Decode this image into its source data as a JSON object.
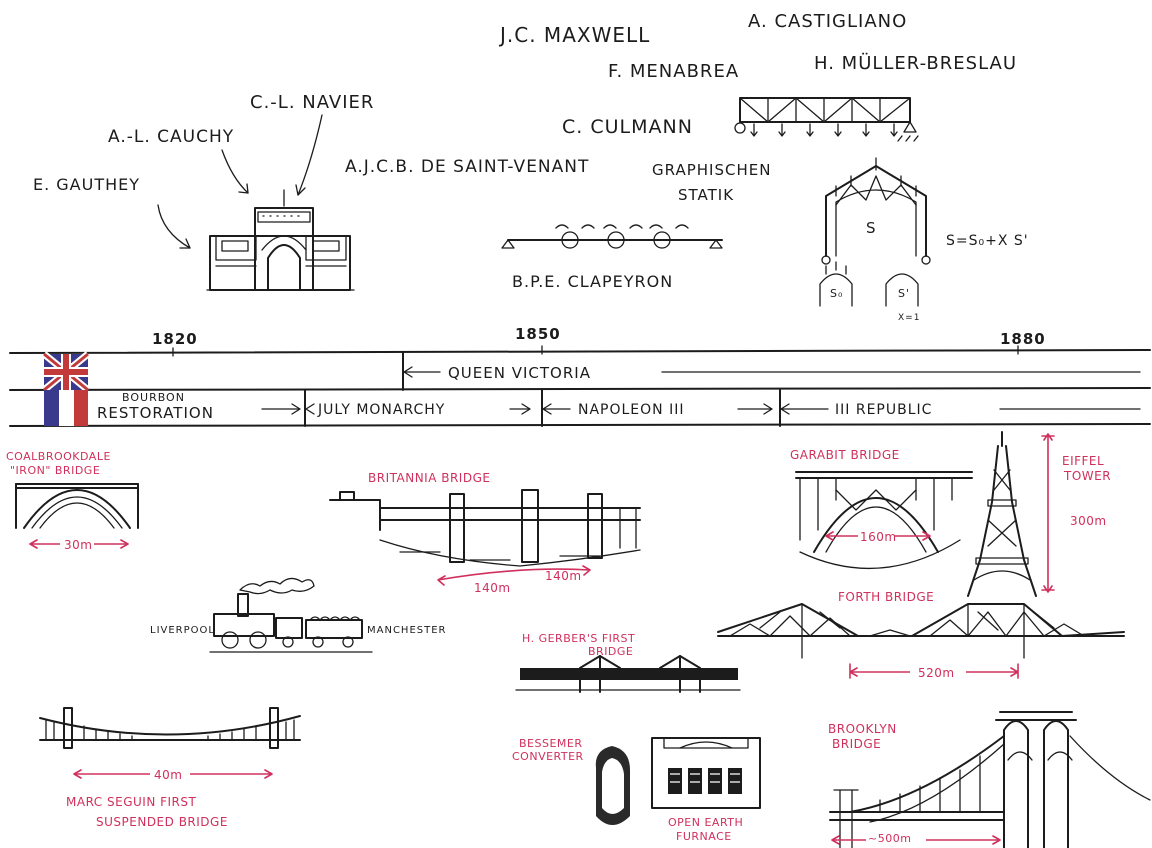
{
  "colors": {
    "ink": "#1c1c1c",
    "pink": "#d0305c",
    "flag_blue": "#3a3a8c",
    "flag_red": "#c23a3a"
  },
  "engineers": {
    "maxwell": "J.C. MAXWELL",
    "castigliano": "A. CASTIGLIANO",
    "menabrea": "F. MENABREA",
    "muller_breslau": "H. MÜLLER-BRESLAU",
    "culmann": "C. CULMANN",
    "navier": "C.-L. NAVIER",
    "cauchy": "A.-L. CAUCHY",
    "gauthey": "E. GAUTHEY",
    "saint_venant": "A.J.C.B. DE SAINT-VENANT",
    "graphischen_1": "GRAPHISCHEN",
    "graphischen_2": "STATIK",
    "clapeyron": "B.P.E. CLAPEYRON",
    "superposition": "S=S₀+X S'",
    "s_label": "S",
    "s0_label": "S₀",
    "s1_label": "S'",
    "x1_label": "X=1"
  },
  "timeline": {
    "year_1820": "1820",
    "year_1850": "1850",
    "year_1880": "1880",
    "queen_victoria": "QUEEN VICTORIA",
    "bourbon_1": "BOURBON",
    "bourbon_2": "RESTORATION",
    "july_monarchy": "JULY MONARCHY",
    "napoleon": "NAPOLEON III",
    "republic": "III REPUBLIC"
  },
  "works": {
    "coalbrookdale_1": "COALBROOKDALE",
    "coalbrookdale_2": "\"IRON\" BRIDGE",
    "coalbrookdale_span": "30m",
    "britannia": "BRITANNIA BRIDGE",
    "britannia_span1": "140m",
    "britannia_span2": "140m",
    "liverpool": "LIVERPOOL",
    "manchester": "MANCHESTER",
    "gerber_1": "H. GERBER'S FIRST",
    "gerber_2": "BRIDGE",
    "garabit": "GARABIT BRIDGE",
    "garabit_span": "160m",
    "eiffel_1": "EIFFEL",
    "eiffel_2": "TOWER",
    "eiffel_height": "300m",
    "forth": "FORTH BRIDGE",
    "forth_span": "520m",
    "seguin_span": "40m",
    "seguin_1": "MARC SEGUIN FIRST",
    "seguin_2": "SUSPENDED BRIDGE",
    "bessemer_1": "BESSEMER",
    "bessemer_2": "CONVERTER",
    "furnace_1": "OPEN EARTH",
    "furnace_2": "FURNACE",
    "brooklyn_1": "BROOKLYN",
    "brooklyn_2": "BRIDGE",
    "brooklyn_span": "~500m"
  }
}
